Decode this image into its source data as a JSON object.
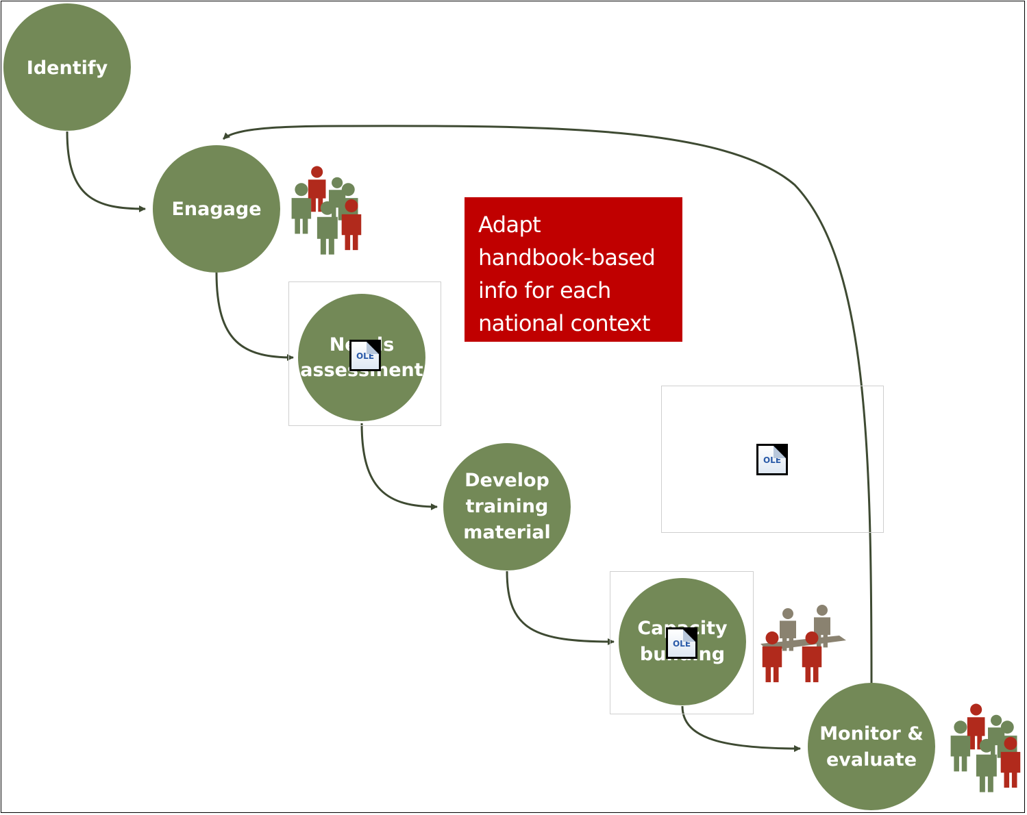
{
  "nodes": [
    {
      "id": "identify",
      "lines": [
        "Identify"
      ]
    },
    {
      "id": "engage",
      "lines": [
        "Enagage"
      ]
    },
    {
      "id": "needs",
      "lines": [
        "Needs",
        "assessment"
      ]
    },
    {
      "id": "develop",
      "lines": [
        "Develop",
        "training",
        "material"
      ]
    },
    {
      "id": "capacity",
      "lines": [
        "Capacity",
        "building"
      ]
    },
    {
      "id": "monitor",
      "lines": [
        "Monitor &",
        "evaluate"
      ]
    }
  ],
  "callout": {
    "lines": [
      "Adapt",
      "handbook-based",
      "info for each",
      "national context"
    ]
  },
  "ole_label": "OLE",
  "icons": [
    "people-group-icon",
    "meeting-table-icon"
  ],
  "colors": {
    "node_fill": "#738957",
    "arrow": "#3e4a32",
    "people_green": "#6f8659",
    "people_red": "#b12a1c",
    "people_tan": "#8a8270",
    "callout_bg": "#c00000"
  }
}
